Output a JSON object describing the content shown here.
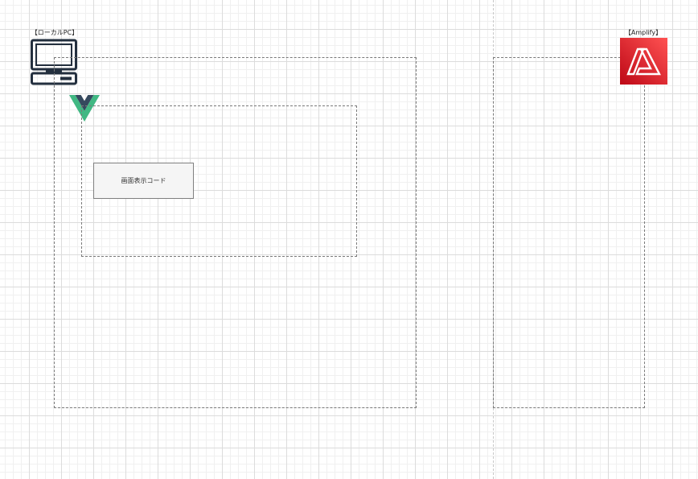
{
  "local_pc": {
    "label": "【ローカルPC】",
    "icon": "desktop-computer-icon"
  },
  "vue": {
    "icon": "vue-logo-icon",
    "colors": {
      "outer": "#41b883",
      "inner": "#35495e"
    }
  },
  "code_box": {
    "label": "画面表示コード"
  },
  "amplify": {
    "label": "【Amplify】",
    "icon": "aws-amplify-icon",
    "color": "#e52d34"
  }
}
